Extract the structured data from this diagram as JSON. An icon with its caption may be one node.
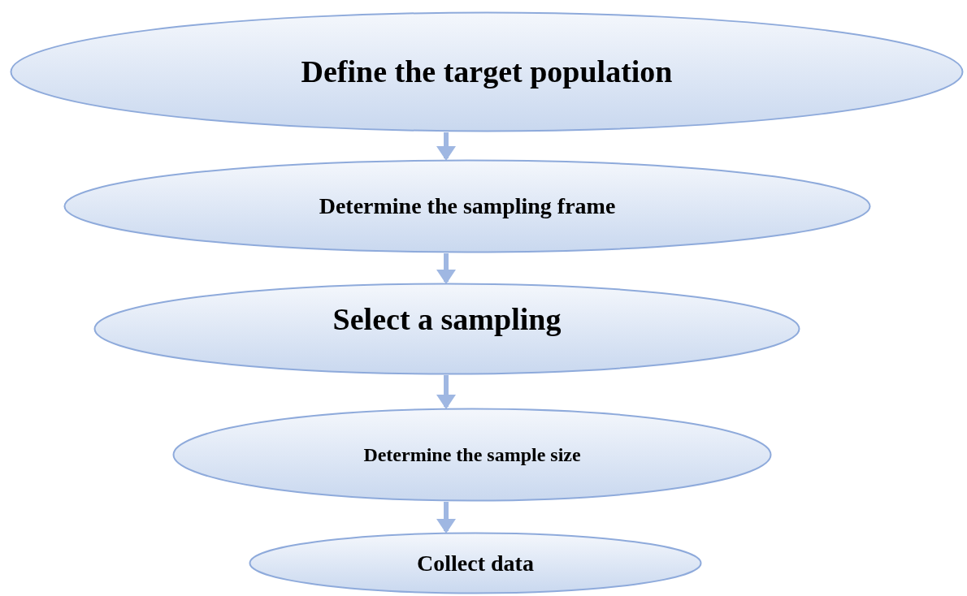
{
  "diagram": {
    "nodes": [
      {
        "text": [
          "Define the target population"
        ]
      },
      {
        "text": [
          "Determine the sampling frame"
        ]
      },
      {
        "text": [
          "Select a sampling"
        ]
      },
      {
        "text": [
          "Determine the sample size"
        ]
      },
      {
        "text": [
          "Collect data"
        ]
      }
    ],
    "edges": [
      {
        "from": 0,
        "to": 1,
        "arrow": "to"
      },
      {
        "from": 1,
        "to": 2,
        "arrow": "to"
      },
      {
        "from": 2,
        "to": 3,
        "arrow": "to"
      },
      {
        "from": 3,
        "to": 4,
        "arrow": "to"
      }
    ]
  }
}
